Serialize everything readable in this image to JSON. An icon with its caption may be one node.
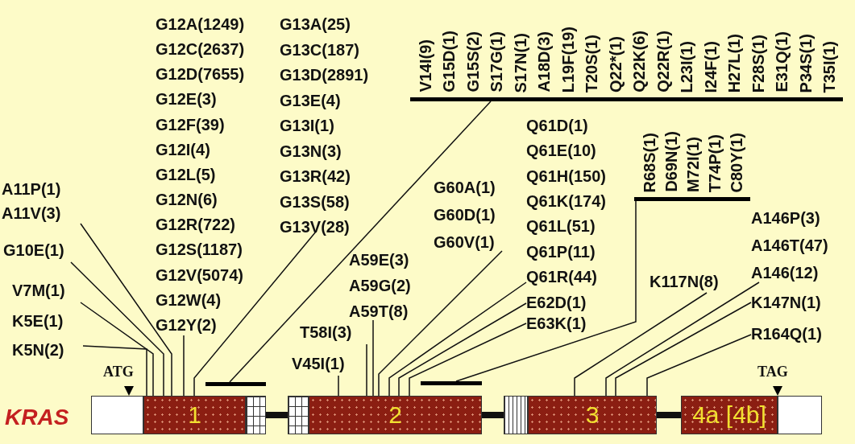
{
  "diagram": {
    "nodes": [
      {
        "text": [
          "A11P(1)",
          "A11V(3)"
        ]
      },
      {
        "text": [
          "G10E(1)"
        ]
      },
      {
        "text": [
          "V7M(1)"
        ]
      },
      {
        "text": [
          "K5E(1)",
          "K5N(2)"
        ]
      },
      {
        "text": [
          "G12A(1249)",
          "G12C(2637)",
          "G12D(7655)",
          "G12E(3)",
          "G12F(39)",
          "G12I(4)",
          "G12L(5)",
          "G12N(6)",
          "G12R(722)",
          "G12S(1187)",
          "G12V(5074)",
          "G12W(4)",
          "G12Y(2)"
        ]
      },
      {
        "text": [
          "G13A(25)",
          "G13C(187)",
          "G13D(2891)",
          "G13E(4)",
          "G13I(1)",
          "G13N(3)",
          "G13R(42)",
          "G13S(58)",
          "G13V(28)"
        ]
      },
      {
        "text": [
          "V14I(9)",
          "G15D(1)",
          "G15S(2)",
          "S17G(1)",
          "S17N(1)",
          "A18D(3)",
          "L19F(19)",
          "T20S(1)",
          "Q22*(1)",
          "Q22K(6)",
          "Q22R(1)",
          "L23I(1)",
          "I24F(1)",
          "H27L(1)",
          "F28S(1)",
          "E31Q(1)",
          "P34S(1)",
          "T35I(1)"
        ]
      },
      {
        "text": [
          "G60A(1)",
          "G60D(1)",
          "G60V(1)"
        ]
      },
      {
        "text": [
          "Q61D(1)",
          "Q61E(10)",
          "Q61H(150)",
          "Q61K(174)",
          "Q61L(51)",
          "Q61P(11)",
          "Q61R(44)"
        ]
      },
      {
        "text": [
          "R68S(1)",
          "D69N(1)",
          "M72I(1)",
          "T74P(1)",
          "C80Y(1)"
        ]
      },
      {
        "text": [
          "A59E(3)",
          "A59G(2)",
          "A59T(8)"
        ]
      },
      {
        "text": [
          "T58I(3)"
        ]
      },
      {
        "text": [
          "V45I(1)"
        ]
      },
      {
        "text": [
          "E62D(1)"
        ]
      },
      {
        "text": [
          "E63K(1)"
        ]
      },
      {
        "text": [
          "K117N(8)"
        ]
      },
      {
        "text": [
          "A146P(3)",
          "A146T(47)",
          "A146(12)"
        ]
      },
      {
        "text": [
          "K147N(1)"
        ]
      },
      {
        "text": [
          "R164Q(1)"
        ]
      },
      {
        "text": [],
        "shape": "bar"
      },
      {
        "text": [],
        "shape": "bar"
      },
      {
        "text": [],
        "shape": "box"
      },
      {
        "text": [
          "1"
        ]
      },
      {
        "text": [],
        "shape": "box"
      },
      {
        "text": [],
        "shape": "box"
      },
      {
        "text": [
          "2"
        ]
      },
      {
        "text": [],
        "shape": "box"
      },
      {
        "text": [
          "3"
        ]
      },
      {
        "text": [
          "4a [4b]"
        ]
      },
      {
        "text": [],
        "shape": "box"
      }
    ],
    "edges": [
      {
        "from": 0,
        "to": 22,
        "arrow": "none"
      },
      {
        "from": 1,
        "to": 22,
        "arrow": "none"
      },
      {
        "from": 2,
        "to": 22,
        "arrow": "none"
      },
      {
        "from": 3,
        "to": 22,
        "arrow": "none"
      },
      {
        "from": 4,
        "to": 22,
        "arrow": "none"
      },
      {
        "from": 5,
        "to": 22,
        "arrow": "none"
      },
      {
        "from": 6,
        "to": 19,
        "arrow": "none"
      },
      {
        "from": 7,
        "to": 25,
        "arrow": "none"
      },
      {
        "from": 8,
        "to": 25,
        "arrow": "none"
      },
      {
        "from": 9,
        "to": 20,
        "arrow": "none"
      },
      {
        "from": 10,
        "to": 25,
        "arrow": "none"
      },
      {
        "from": 11,
        "to": 25,
        "arrow": "none"
      },
      {
        "from": 12,
        "to": 25,
        "arrow": "none"
      },
      {
        "from": 13,
        "to": 25,
        "arrow": "none"
      },
      {
        "from": 14,
        "to": 25,
        "arrow": "none"
      },
      {
        "from": 15,
        "to": 27,
        "arrow": "none"
      },
      {
        "from": 16,
        "to": 27,
        "arrow": "none"
      },
      {
        "from": 17,
        "to": 27,
        "arrow": "none"
      },
      {
        "from": 18,
        "to": 27,
        "arrow": "none"
      },
      {
        "from": 23,
        "to": 24,
        "arrow": "none",
        "style": "thick"
      },
      {
        "from": 25,
        "to": 26,
        "arrow": "none",
        "style": "thick"
      },
      {
        "from": 27,
        "to": 28,
        "arrow": "none",
        "style": "thick"
      }
    ],
    "labels": [
      "ATG",
      "TAG",
      "KRAS"
    ]
  }
}
